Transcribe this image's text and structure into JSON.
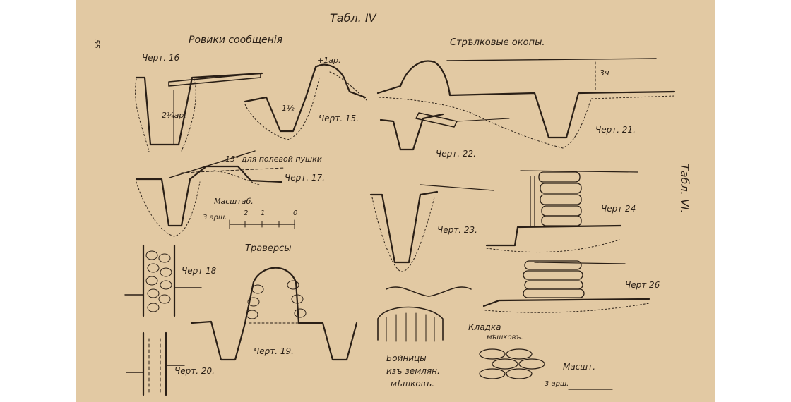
{
  "page_number": "55",
  "table_title": "Табл. IV",
  "side_title": "Табл. VI.",
  "sections": {
    "communication_trenches": "Ровики сообщенiя",
    "rifle_trenches": "Стрѣлковые окопы.",
    "traverses": "Траверсы",
    "loopholes": [
      "Бойницы",
      "изъ землян.",
      "мѣшковъ."
    ],
    "laying": [
      "Кладка",
      "мѣшковъ."
    ]
  },
  "figures": {
    "f16": "Черт. 16",
    "f15": "Черт. 15.",
    "f17": "Черт. 17.",
    "f18": "Черт 18",
    "f19": "Черт. 19.",
    "f20": "Черт. 20.",
    "f21": "Черт. 21.",
    "f22": "Черт. 22.",
    "f23": "Черт. 23.",
    "f24": "Черт 24",
    "f26": "Черт 26"
  },
  "annotations": {
    "depth_2q": "2¼ар.",
    "plus_1ar": "+1ар.",
    "one_half": "1½",
    "three_q": "3ч",
    "gun_angle": "15° для полевой пушки",
    "scale_label": "Масштаб.",
    "scale_unit": "3 арш.",
    "scale_ticks": [
      "2",
      "1",
      "0"
    ],
    "scale2_label": "Масшт.",
    "scale2_unit": "3 арш."
  },
  "colors": {
    "paper": "#e2c9a3",
    "ink": "#2a1f16",
    "border": "#ffffff"
  }
}
